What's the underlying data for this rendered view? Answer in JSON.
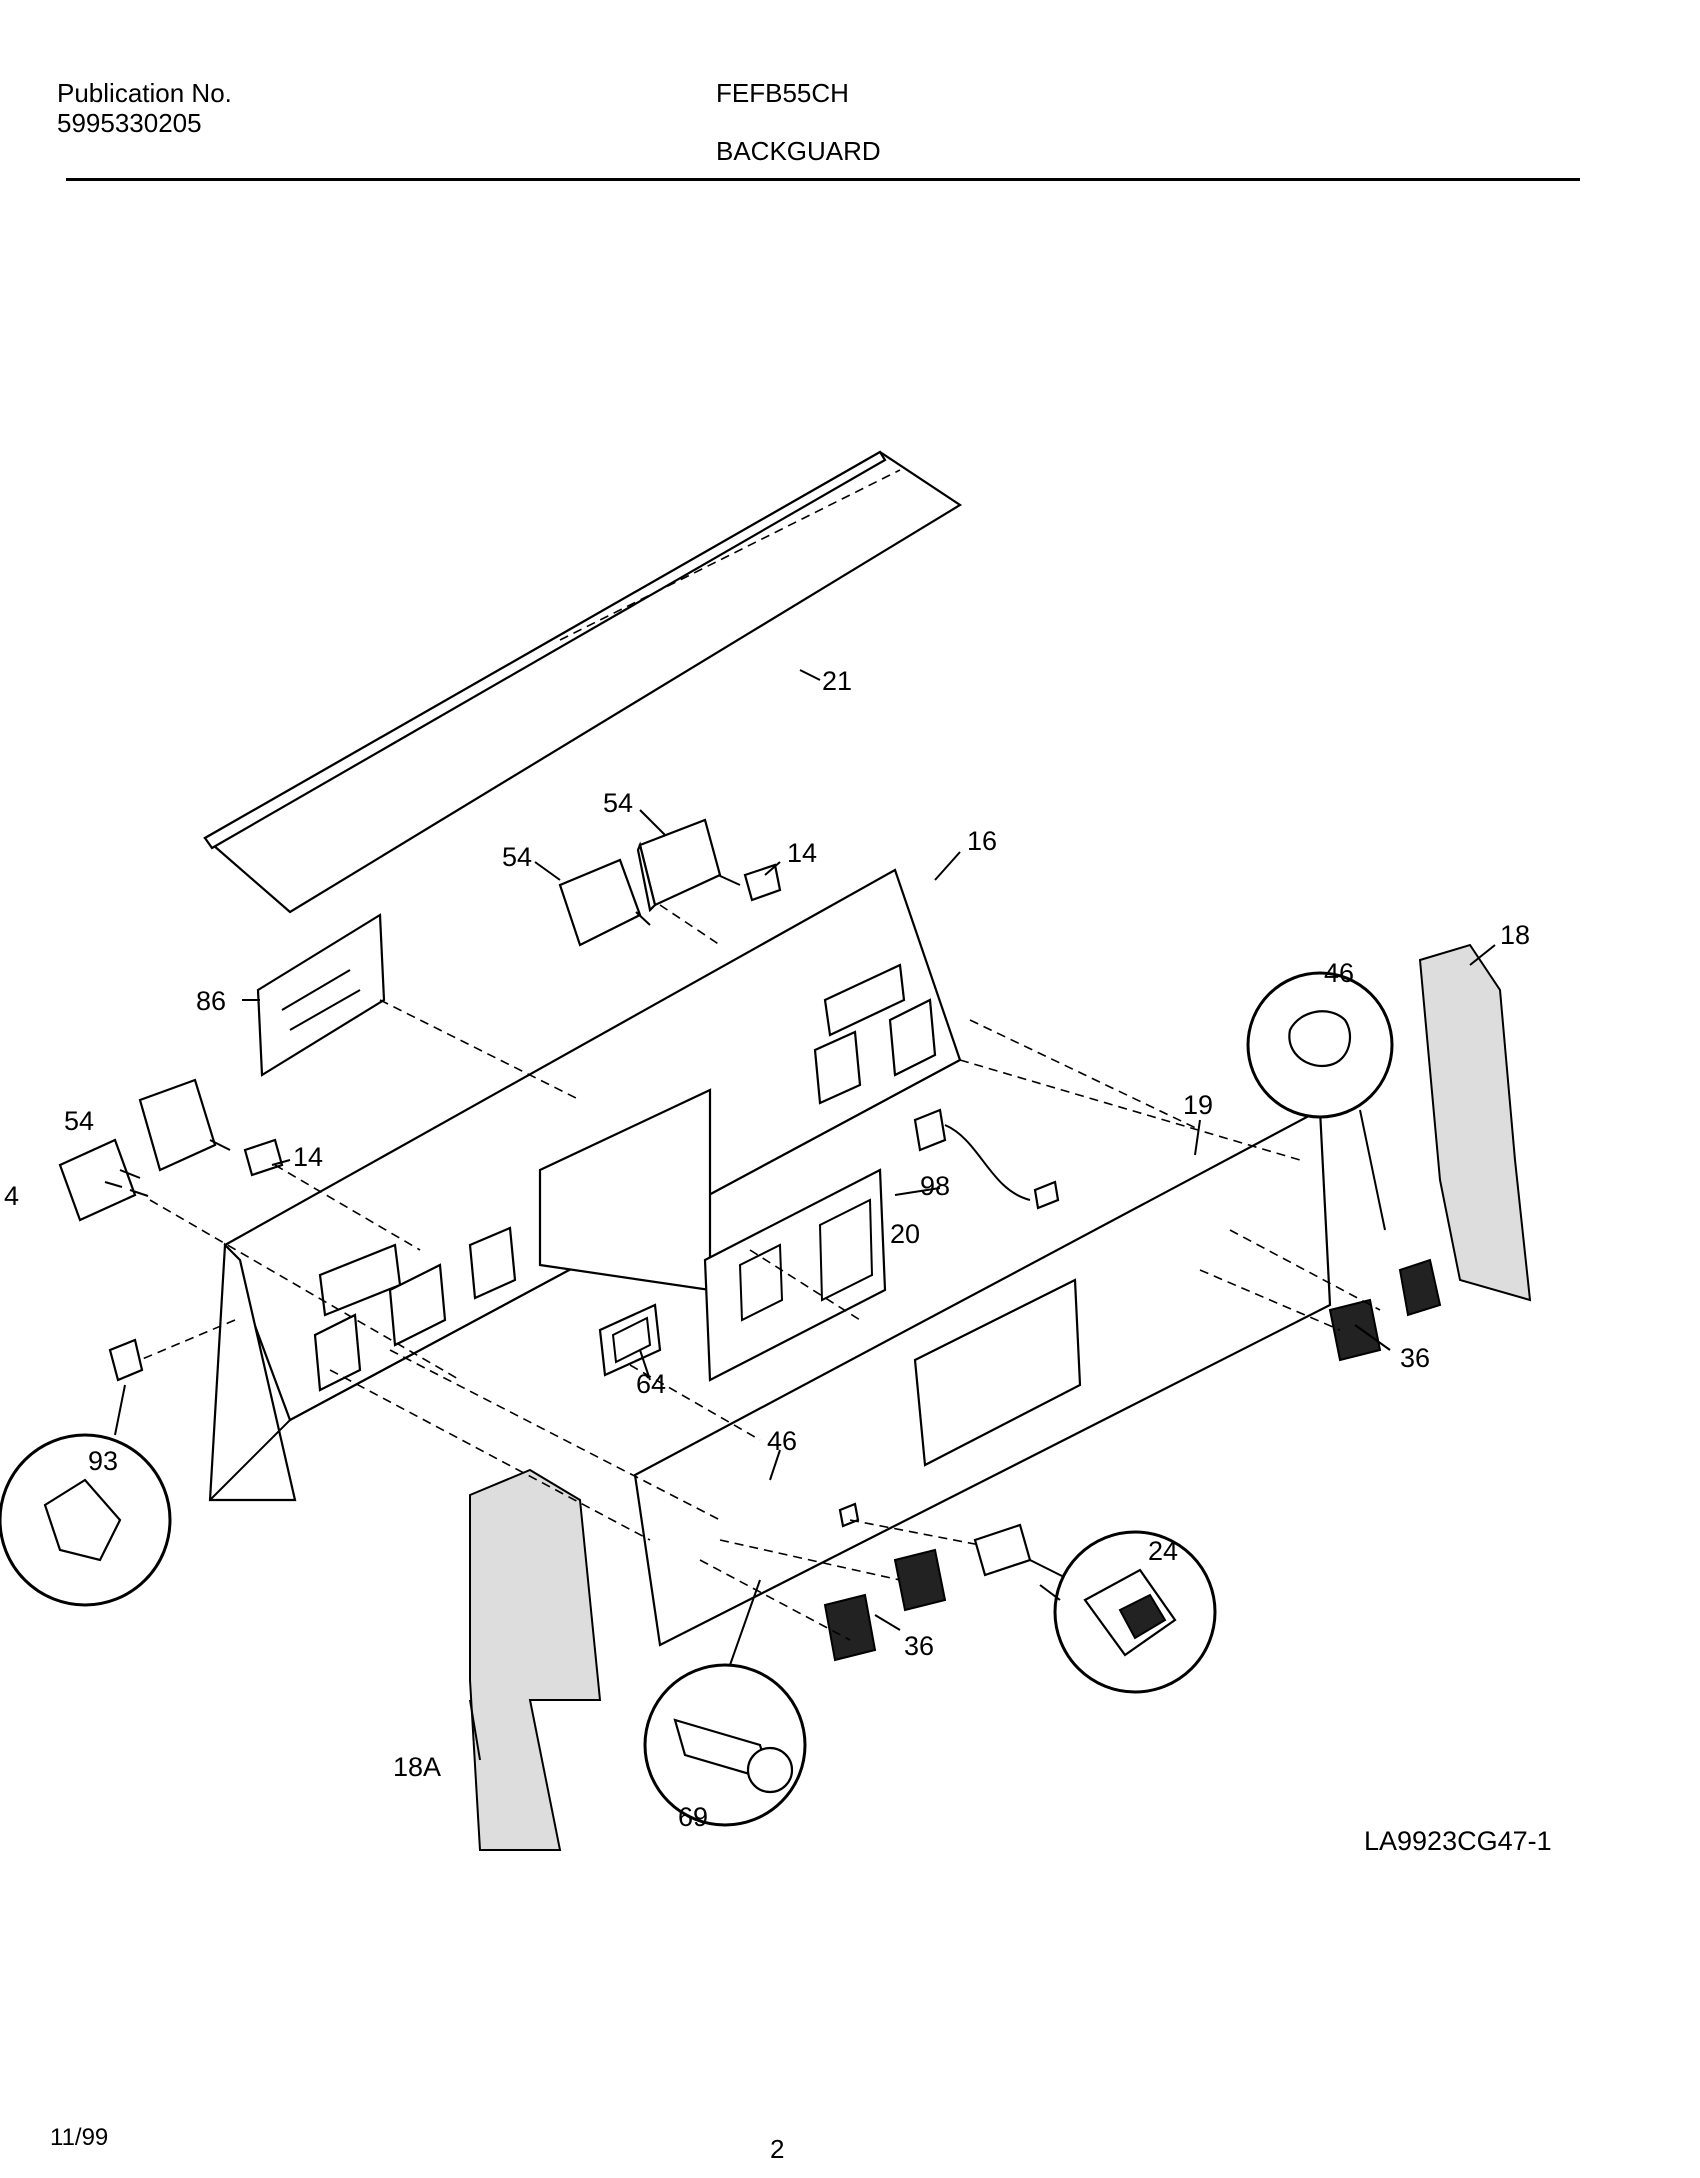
{
  "header": {
    "publication_label": "Publication No.",
    "publication_number": "5995330205",
    "model": "FEFB55CH",
    "section": "BACKGUARD"
  },
  "callouts": {
    "c21": "21",
    "c54a": "54",
    "c54b": "54",
    "c54c": "54",
    "c14a": "14",
    "c14b": "14",
    "c16": "16",
    "c18": "18",
    "c18a": "18A",
    "c86": "86",
    "c46a": "46",
    "c46b": "46",
    "c19": "19",
    "c4": "4",
    "c98": "98",
    "c20": "20",
    "c36a": "36",
    "c36b": "36",
    "c93": "93",
    "c64": "64",
    "c24": "24",
    "c69": "69"
  },
  "footer": {
    "drawing_code": "LA9923CG47-1",
    "date": "11/99",
    "page": "2"
  }
}
